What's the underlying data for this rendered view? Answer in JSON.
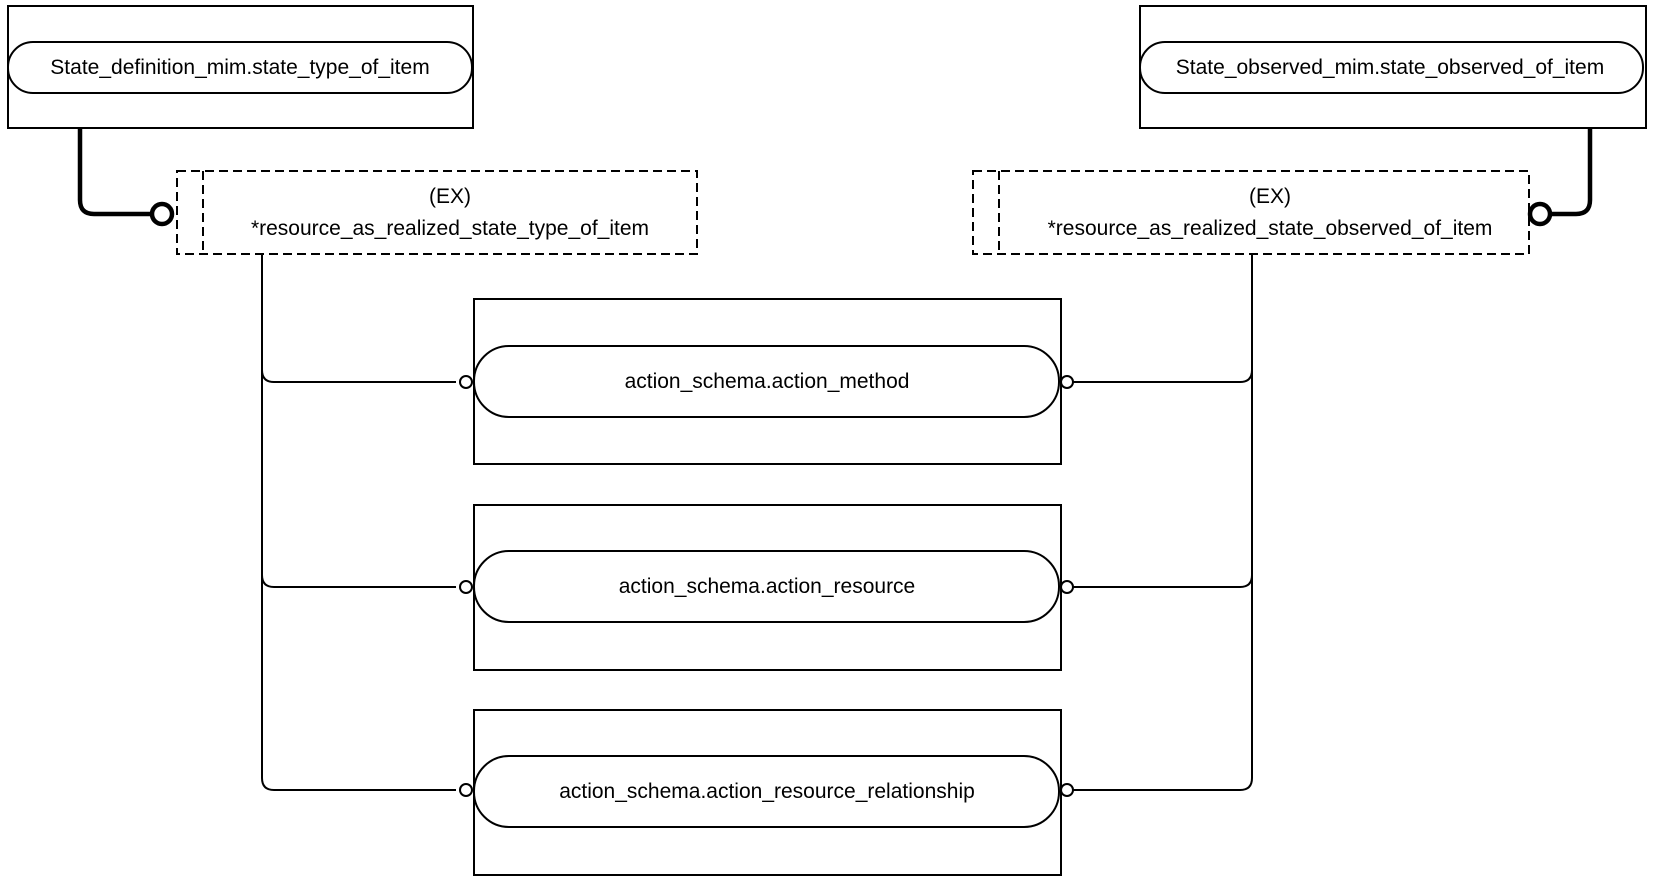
{
  "entities": {
    "state_type_of_item": "State_definition_mim.state_type_of_item",
    "state_observed_of_item": "State_observed_mim.state_observed_of_item",
    "action_method": "action_schema.action_method",
    "action_resource": "action_schema.action_resource",
    "action_resource_relationship": "action_schema.action_resource_relationship"
  },
  "extensions": {
    "left": {
      "tag": "(EX)",
      "name": "*resource_as_realized_state_type_of_item"
    },
    "right": {
      "tag": "(EX)",
      "name": "*resource_as_realized_state_observed_of_item"
    }
  }
}
